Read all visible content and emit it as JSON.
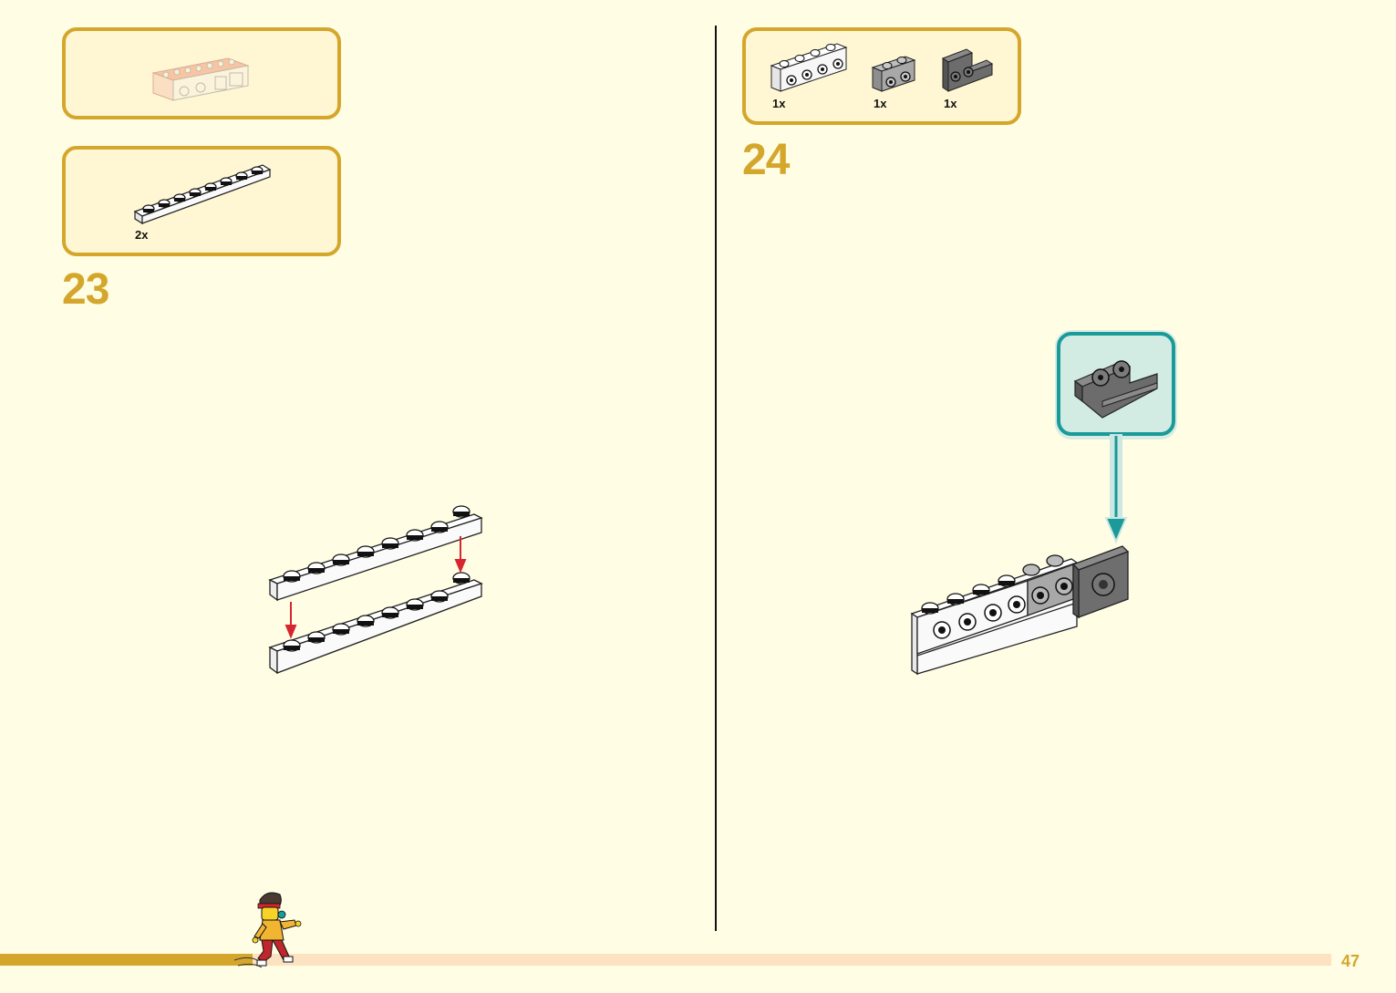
{
  "page_number": "47",
  "progress_fraction": 0.19,
  "colors": {
    "accent": "#d4a72c",
    "background": "#fffde4",
    "panel_bg": "#fff7d4",
    "callout": "#1a9a98",
    "arrow_red": "#d7262e"
  },
  "left_page": {
    "step_number": "23",
    "submodel_callout": {
      "icon": "previous-assembly-preview-icon"
    },
    "parts_list": [
      {
        "part": "plate-1x8-white-icon",
        "quantity": "2x"
      }
    ]
  },
  "right_page": {
    "step_number": "24",
    "parts_list": [
      {
        "part": "brick-1x4-studs-on-side-white-icon",
        "quantity": "1x"
      },
      {
        "part": "brick-1x2-studs-on-side-gray-icon",
        "quantity": "1x"
      },
      {
        "part": "bracket-1x2-2x2-dark-gray-icon",
        "quantity": "1x"
      }
    ]
  }
}
